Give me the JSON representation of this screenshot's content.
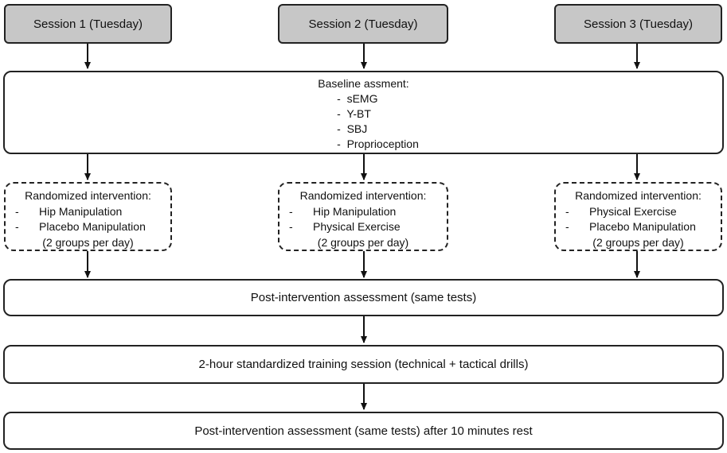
{
  "sessions": [
    {
      "label": "Session 1 (Tuesday)"
    },
    {
      "label": "Session 2 (Tuesday)"
    },
    {
      "label": "Session 3 (Tuesday)"
    }
  ],
  "baseline": {
    "title": "Baseline assment:",
    "items": [
      "sEMG",
      "Y-BT",
      "SBJ",
      "Proprioception"
    ]
  },
  "interventions": [
    {
      "title": "Randomized intervention:",
      "items": [
        "Hip Manipulation",
        "Placebo Manipulation"
      ],
      "note": "(2 groups per day)"
    },
    {
      "title": "Randomized intervention:",
      "items": [
        "Hip Manipulation",
        "Physical Exercise"
      ],
      "note": "(2 groups per day)"
    },
    {
      "title": "Randomized intervention:",
      "items": [
        "Physical Exercise",
        "Placebo Manipulation"
      ],
      "note": "(2 groups per day)"
    }
  ],
  "post_assessment": "Post-intervention assessment (same tests)",
  "training": "2-hour standardized training session (technical + tactical drills)",
  "final_assessment": "Post-intervention assessment (same tests) after 10 minutes rest"
}
